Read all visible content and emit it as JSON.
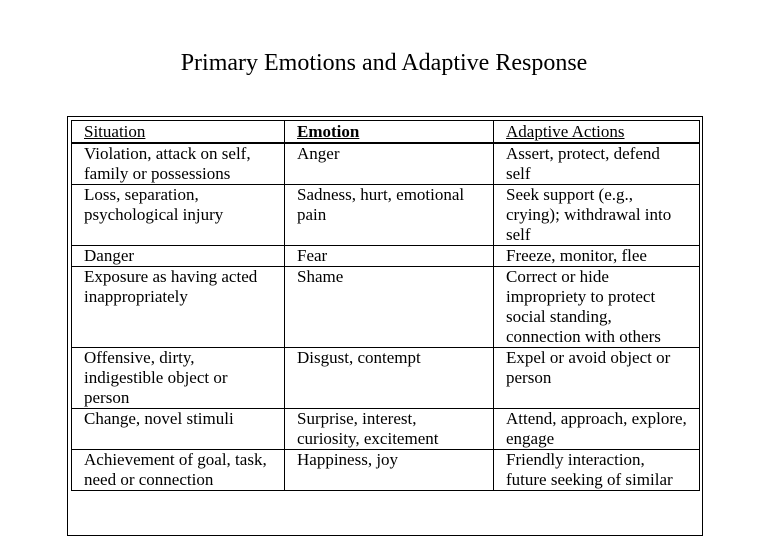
{
  "document": {
    "title": "Primary Emotions and Adaptive Response"
  },
  "table": {
    "headers": {
      "situation": "Situation",
      "emotion": "Emotion",
      "actions": "Adaptive Actions"
    },
    "rows": [
      {
        "situation": "Violation, attack on self, family or possessions",
        "emotion": "Anger",
        "actions": "Assert, protect, defend self"
      },
      {
        "situation": "Loss, separation, psychological injury",
        "emotion": "Sadness, hurt, emotional pain",
        "actions": "Seek support (e.g., crying); withdrawal into self"
      },
      {
        "situation": "Danger",
        "emotion": "Fear",
        "actions": "Freeze, monitor, flee"
      },
      {
        "situation": "Exposure as having acted inappropriately",
        "emotion": "Shame",
        "actions": "Correct or hide impropriety to protect social standing, connection with others"
      },
      {
        "situation": "Offensive, dirty, indigestible object or person",
        "emotion": "Disgust, contempt",
        "actions": "Expel or avoid object or person"
      },
      {
        "situation": "Change, novel stimuli",
        "emotion": "Surprise, interest, curiosity, excitement",
        "actions": "Attend, approach, explore, engage"
      },
      {
        "situation": "Achievement of goal, task, need or connection",
        "emotion": "Happiness, joy",
        "actions": "Friendly interaction, future seeking of similar"
      }
    ]
  }
}
